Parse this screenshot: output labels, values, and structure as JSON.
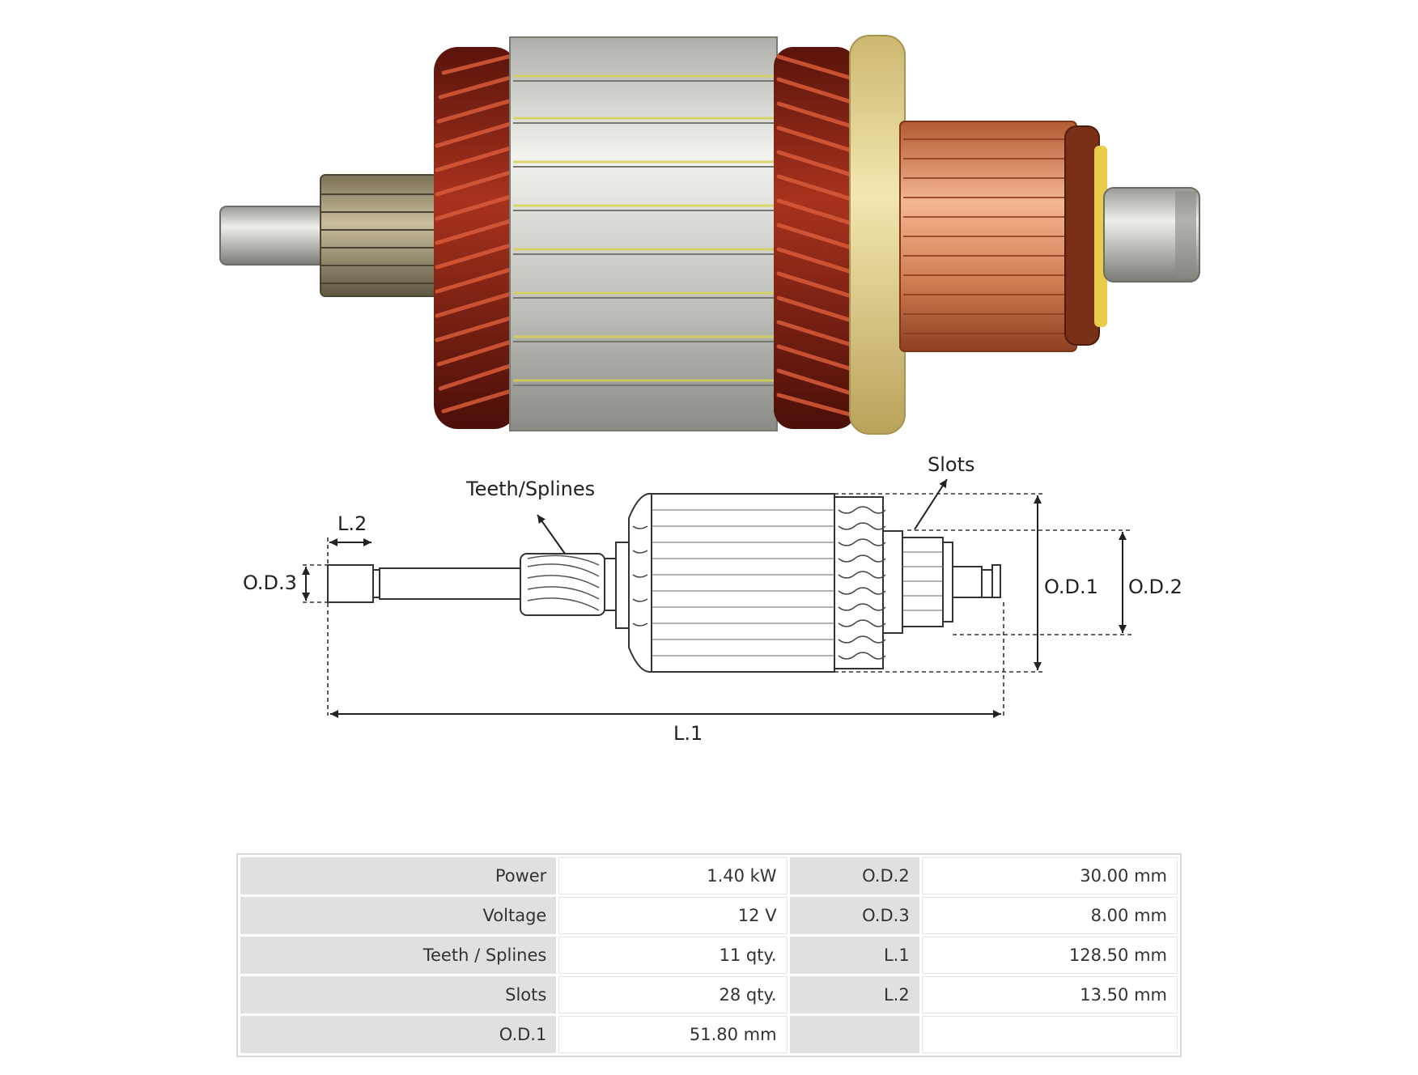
{
  "diagram": {
    "labels": {
      "teeth": "Teeth/Splines",
      "slots": "Slots",
      "l2": "L.2",
      "od3": "O.D.3",
      "od1": "O.D.1",
      "od2": "O.D.2",
      "l1": "L.1"
    }
  },
  "specs": {
    "rows": [
      {
        "k1": "Power",
        "v1": "1.40 kW",
        "k2": "O.D.2",
        "v2": "30.00 mm"
      },
      {
        "k1": "Voltage",
        "v1": "12 V",
        "k2": "O.D.3",
        "v2": "8.00 mm"
      },
      {
        "k1": "Teeth / Splines",
        "v1": "11 qty.",
        "k2": "L.1",
        "v2": "128.50 mm"
      },
      {
        "k1": "Slots",
        "v1": "28 qty.",
        "k2": "L.2",
        "v2": "13.50 mm"
      },
      {
        "k1": "O.D.1",
        "v1": "51.80 mm",
        "k2": "",
        "v2": ""
      }
    ]
  },
  "colors": {
    "copper_wire": "#8a2415",
    "copper_commutator": "#d98a5c",
    "steel": "#c9c9c4",
    "insulator": "#e8d596"
  }
}
